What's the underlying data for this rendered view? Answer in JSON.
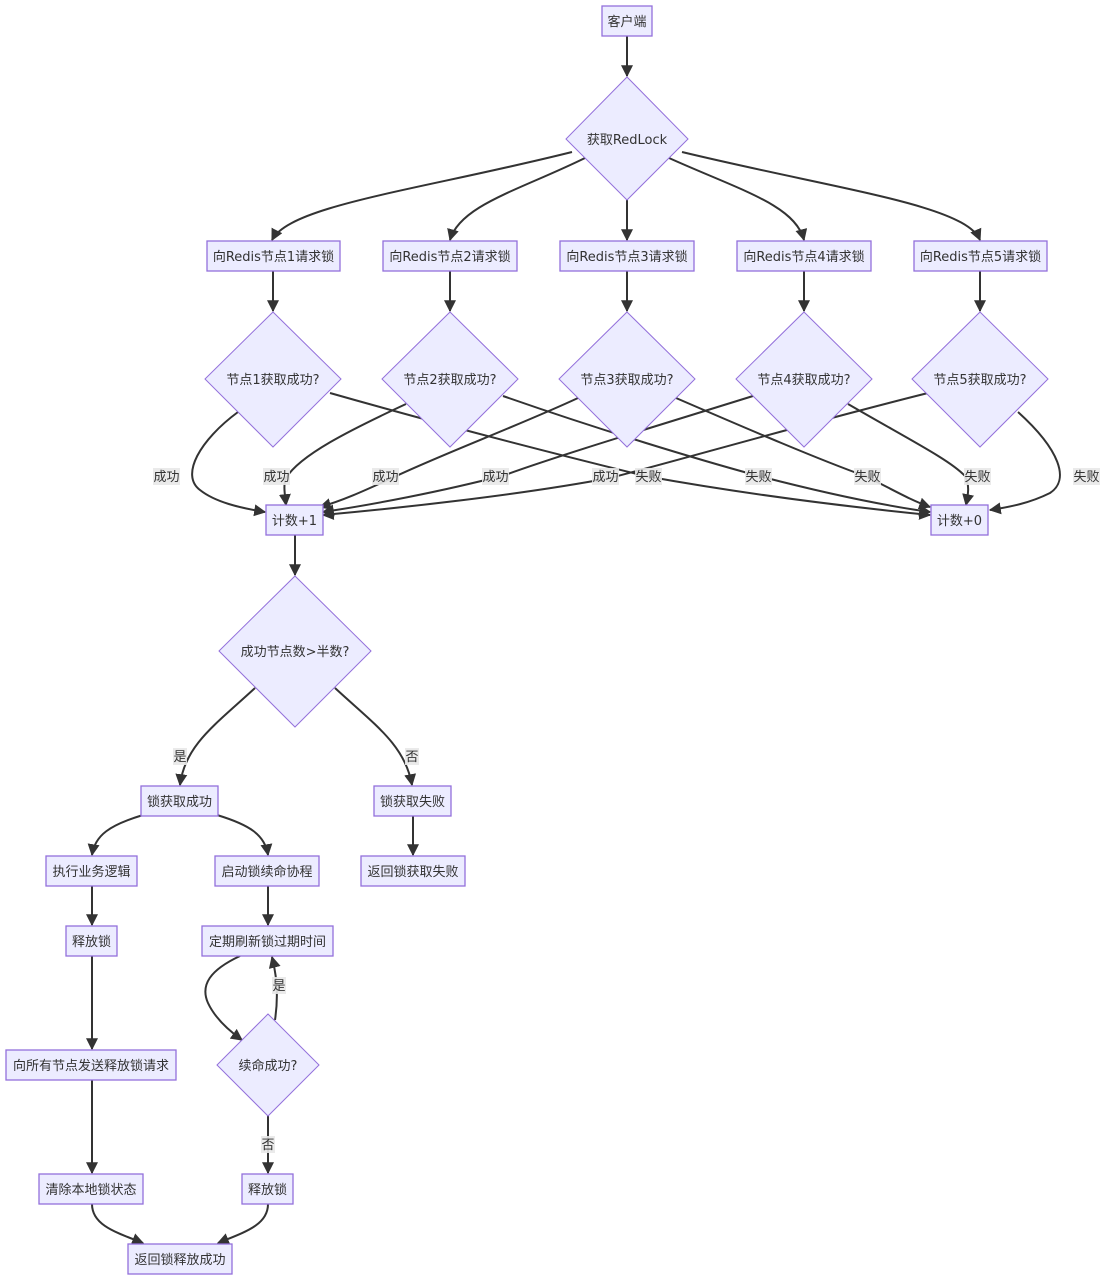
{
  "diagram": {
    "type": "flowchart",
    "colors": {
      "node_fill": "#ECECFF",
      "node_stroke": "#9370DB",
      "edge": "#333333",
      "text": "#333333",
      "label_bg": "#e8e8e8"
    },
    "nodes": {
      "client": "客户端",
      "acquire": "获取RedLock",
      "req1": "向Redis节点1请求锁",
      "req2": "向Redis节点2请求锁",
      "req3": "向Redis节点3请求锁",
      "req4": "向Redis节点4请求锁",
      "req5": "向Redis节点5请求锁",
      "chk1": "节点1获取成功?",
      "chk2": "节点2获取成功?",
      "chk3": "节点3获取成功?",
      "chk4": "节点4获取成功?",
      "chk5": "节点5获取成功?",
      "plus1": "计数+1",
      "plus0": "计数+0",
      "majority": "成功节点数>半数?",
      "lock_ok": "锁获取成功",
      "lock_fail": "锁获取失败",
      "business": "执行业务逻辑",
      "renew_start": "启动锁续命协程",
      "return_fail": "返回锁获取失败",
      "release1": "释放锁",
      "refresh": "定期刷新锁过期时间",
      "send_release": "向所有节点发送释放锁请求",
      "renew_ok": "续命成功?",
      "clear_state": "清除本地锁状态",
      "release2": "释放锁",
      "return_release": "返回锁释放成功"
    },
    "edge_labels": {
      "success": "成功",
      "failure": "失败",
      "yes": "是",
      "no": "否"
    },
    "edges": [
      {
        "from": "client",
        "to": "acquire"
      },
      {
        "from": "acquire",
        "to": "req1"
      },
      {
        "from": "acquire",
        "to": "req2"
      },
      {
        "from": "acquire",
        "to": "req3"
      },
      {
        "from": "acquire",
        "to": "req4"
      },
      {
        "from": "acquire",
        "to": "req5"
      },
      {
        "from": "req1",
        "to": "chk1"
      },
      {
        "from": "req2",
        "to": "chk2"
      },
      {
        "from": "req3",
        "to": "chk3"
      },
      {
        "from": "req4",
        "to": "chk4"
      },
      {
        "from": "req5",
        "to": "chk5"
      },
      {
        "from": "chk1",
        "to": "plus1",
        "label": "成功"
      },
      {
        "from": "chk1",
        "to": "plus0",
        "label": "失败"
      },
      {
        "from": "chk2",
        "to": "plus1",
        "label": "成功"
      },
      {
        "from": "chk2",
        "to": "plus0",
        "label": "失败"
      },
      {
        "from": "chk3",
        "to": "plus1",
        "label": "成功"
      },
      {
        "from": "chk3",
        "to": "plus0",
        "label": "失败"
      },
      {
        "from": "chk4",
        "to": "plus1",
        "label": "成功"
      },
      {
        "from": "chk4",
        "to": "plus0",
        "label": "失败"
      },
      {
        "from": "chk5",
        "to": "plus1",
        "label": "成功"
      },
      {
        "from": "chk5",
        "to": "plus0",
        "label": "失败"
      },
      {
        "from": "plus1",
        "to": "majority"
      },
      {
        "from": "majority",
        "to": "lock_ok",
        "label": "是"
      },
      {
        "from": "majority",
        "to": "lock_fail",
        "label": "否"
      },
      {
        "from": "lock_ok",
        "to": "business"
      },
      {
        "from": "lock_ok",
        "to": "renew_start"
      },
      {
        "from": "lock_fail",
        "to": "return_fail"
      },
      {
        "from": "business",
        "to": "release1"
      },
      {
        "from": "renew_start",
        "to": "refresh"
      },
      {
        "from": "release1",
        "to": "send_release"
      },
      {
        "from": "refresh",
        "to": "renew_ok"
      },
      {
        "from": "renew_ok",
        "to": "refresh",
        "label": "是"
      },
      {
        "from": "renew_ok",
        "to": "release2",
        "label": "否"
      },
      {
        "from": "send_release",
        "to": "clear_state"
      },
      {
        "from": "clear_state",
        "to": "return_release"
      },
      {
        "from": "release2",
        "to": "return_release"
      }
    ]
  }
}
